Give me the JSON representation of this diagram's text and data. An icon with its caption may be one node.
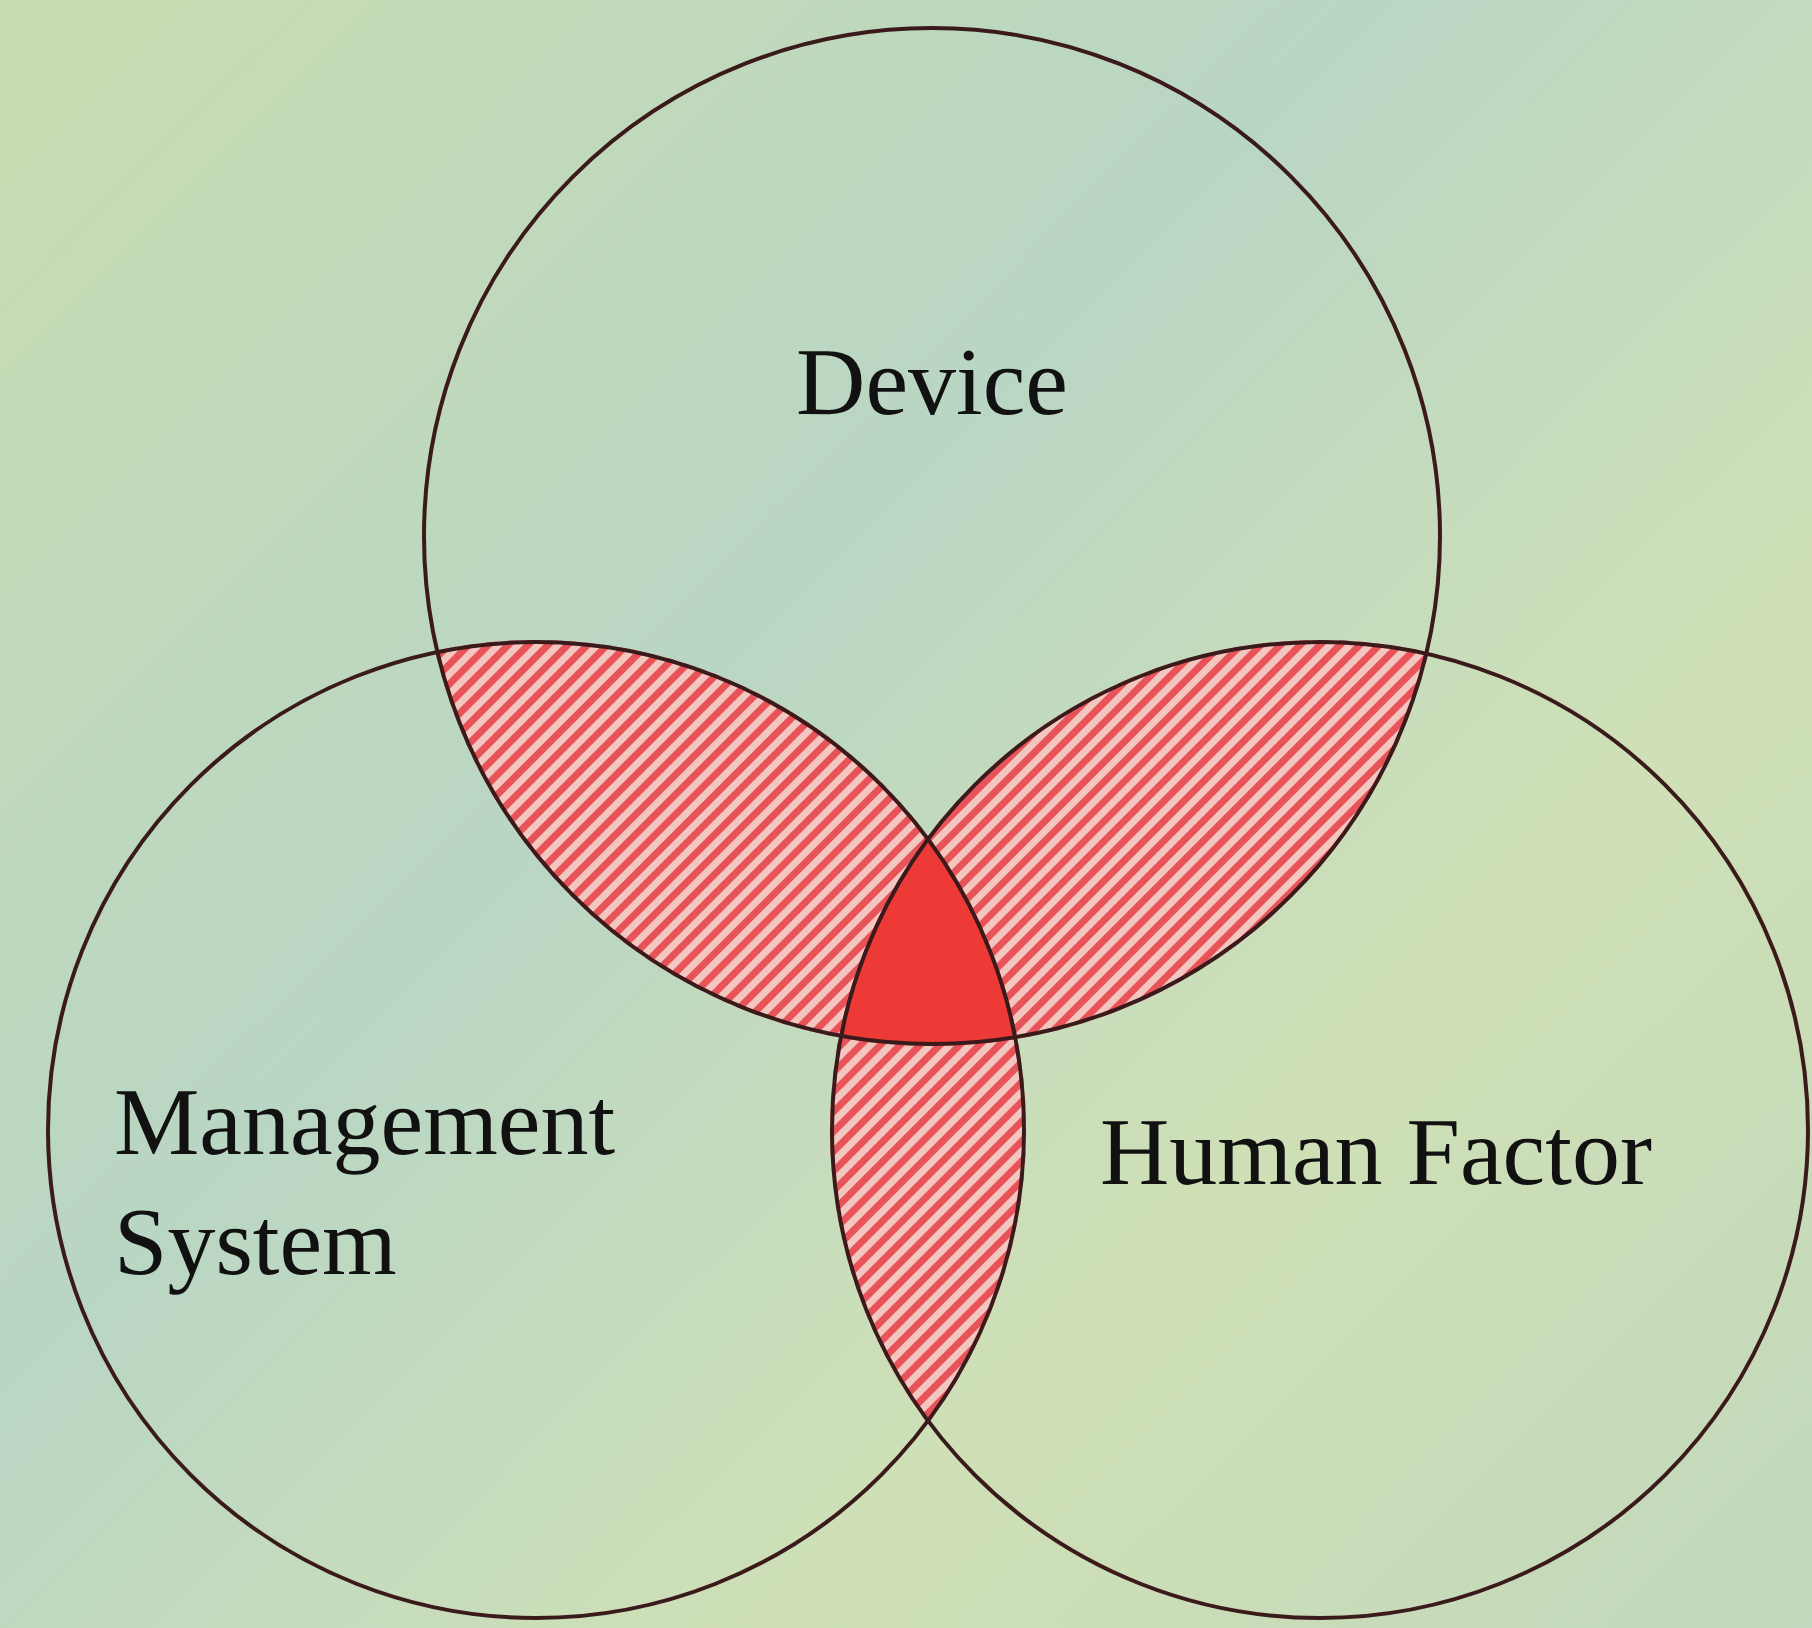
{
  "diagram": {
    "nodes": [
      {
        "text": [
          "Device"
        ]
      },
      {
        "text": [
          "Management System"
        ]
      },
      {
        "text": [
          "Human Factor"
        ]
      }
    ]
  }
}
